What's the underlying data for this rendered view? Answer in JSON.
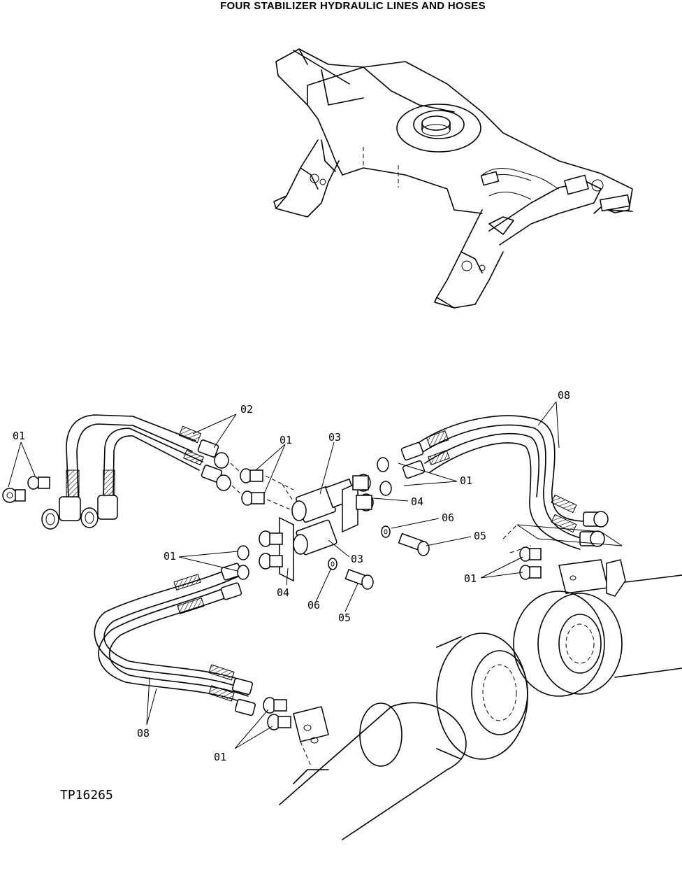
{
  "title": "FOUR STABILIZER HYDRAULIC LINES AND HOSES",
  "reference_number": "TP16265",
  "callouts": {
    "hose_02": "02",
    "fitting_01_far_left": "01",
    "fitting_01_top_center": "01",
    "block_03_top": "03",
    "hoses_08_top_right": "08",
    "fitting_01_right": "01",
    "bracket_04_right": "04",
    "washer_06_right": "06",
    "bolt_05_right": "05",
    "fitting_01_left_middle": "01",
    "block_03_lower": "03",
    "fitting_01_lower_right": "01",
    "bracket_04_lower": "04",
    "washer_06_lower": "06",
    "bolt_05_lower": "05",
    "hoses_08_bottom": "08",
    "fitting_01_bottom": "01"
  }
}
